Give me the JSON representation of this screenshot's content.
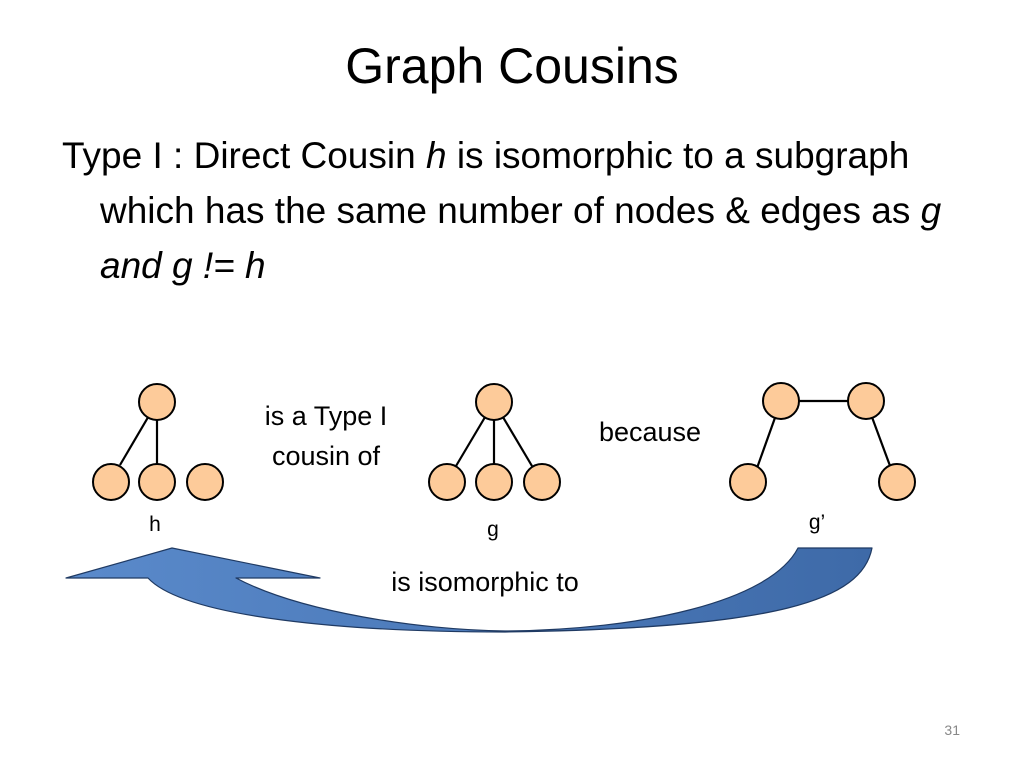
{
  "slide": {
    "title": "Graph Cousins",
    "body": {
      "part1": "Type I : Direct Cousin ",
      "h1": "h",
      "part2": " is isomorphic to a subgraph which has the same number of nodes & edges as ",
      "italic_end": "g and g != h"
    },
    "labels": {
      "is_type_cousin_line1": "is a Type I",
      "is_type_cousin_line2": "cousin of",
      "because": "because",
      "graph_h": "h",
      "graph_g": "g",
      "graph_gprime": "g’",
      "is_isomorphic": "is isomorphic to"
    },
    "page_number": "31"
  },
  "colors": {
    "node_fill": "#FDCB9A",
    "node_stroke": "#000000",
    "arrow_fill": "#4A78B8",
    "arrow_stroke": "#1F3A63"
  }
}
